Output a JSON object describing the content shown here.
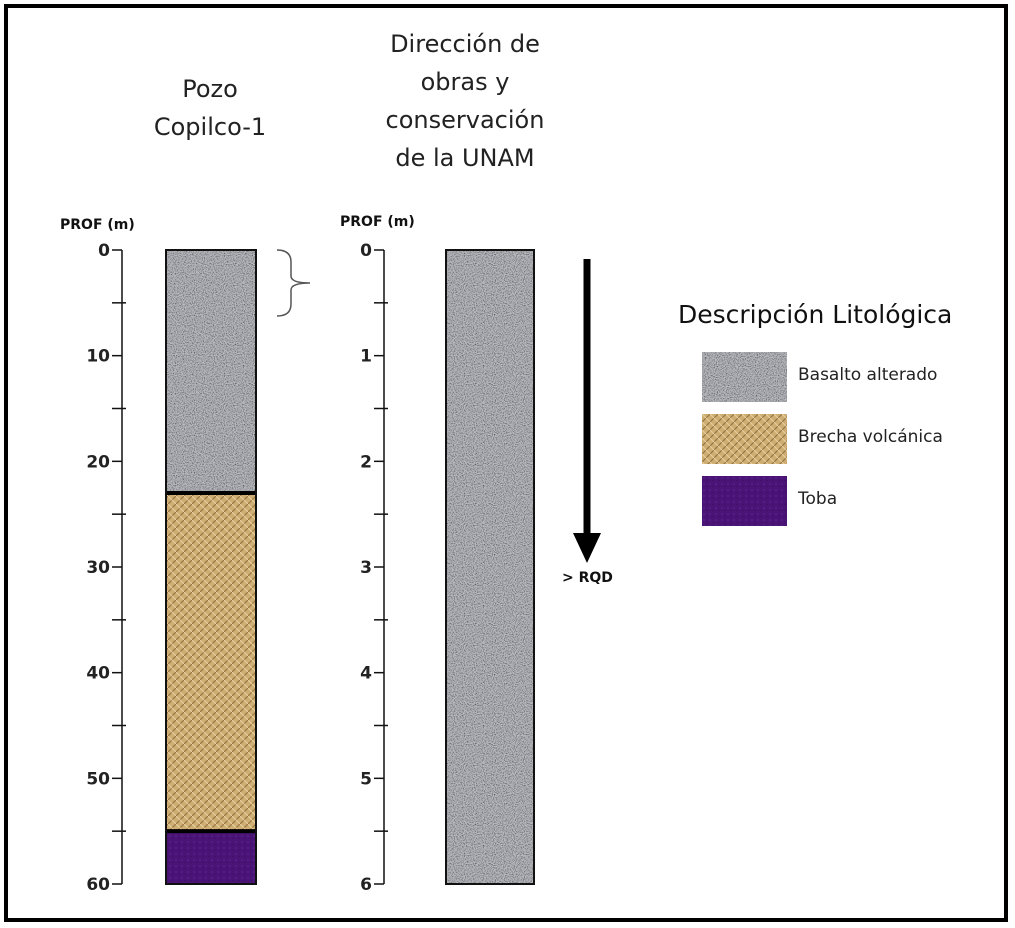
{
  "well1": {
    "title_lines": [
      "Pozo",
      "Copilco-1"
    ],
    "depth_label": "PROF (m)",
    "ticks": [
      "0",
      "10",
      "20",
      "30",
      "40",
      "50",
      "60"
    ],
    "layers": [
      {
        "material": "Basalto alterado",
        "from": 0,
        "to": 23
      },
      {
        "material": "Brecha volcánica",
        "from": 23,
        "to": 55
      },
      {
        "material": "Toba",
        "from": 55,
        "to": 60
      }
    ]
  },
  "well2": {
    "title_lines": [
      "Dirección de",
      "obras y",
      "conservación",
      "de la UNAM"
    ],
    "depth_label": "PROF (m)",
    "ticks": [
      "0",
      "1",
      "2",
      "3",
      "4",
      "5",
      "6"
    ],
    "layers": [
      {
        "material": "Basalto alterado",
        "from": 0,
        "to": 6
      }
    ],
    "arrow_label": "> RQD"
  },
  "legend": {
    "title": "Descripción Litológica",
    "items": [
      {
        "label": "Basalto alterado",
        "color": "#a9abb0"
      },
      {
        "label": "Brecha volcánica",
        "color": "#c9a76c"
      },
      {
        "label": "Toba",
        "color": "#4b1278"
      }
    ]
  }
}
